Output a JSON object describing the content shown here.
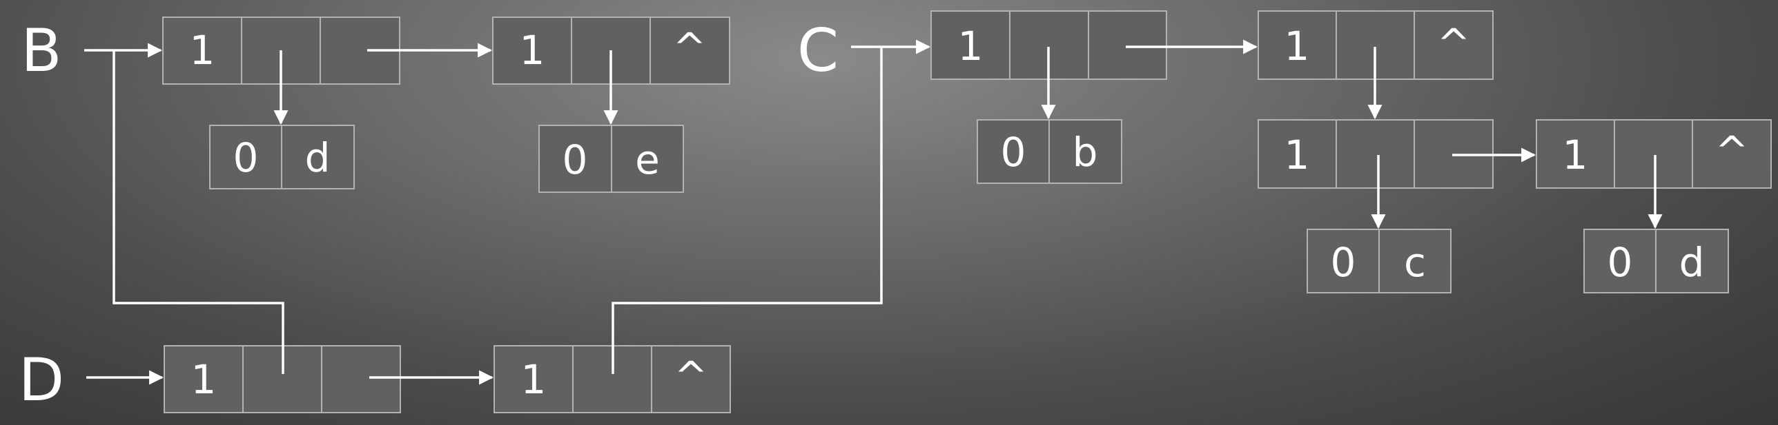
{
  "labels": {
    "B": "B",
    "C": "C",
    "D": "D"
  },
  "nodes": {
    "B1_tag": "1",
    "B2_tag": "1",
    "B2_tail": "^",
    "d1_tag": "0",
    "d1_atom": "d",
    "e_tag": "0",
    "e_atom": "e",
    "C1_tag": "1",
    "C2_tag": "1",
    "C2_tail": "^",
    "b_tag": "0",
    "b_atom": "b",
    "C3_tag": "1",
    "C4_tag": "1",
    "C4_tail": "^",
    "c_tag": "0",
    "c_atom": "c",
    "d2_tag": "0",
    "d2_atom": "d",
    "D1_tag": "1",
    "D2_tag": "1",
    "D2_tail": "^"
  },
  "colors": {
    "line": "#ffffff",
    "box_border": "#b3b3b3",
    "box_fill": "#616161"
  }
}
